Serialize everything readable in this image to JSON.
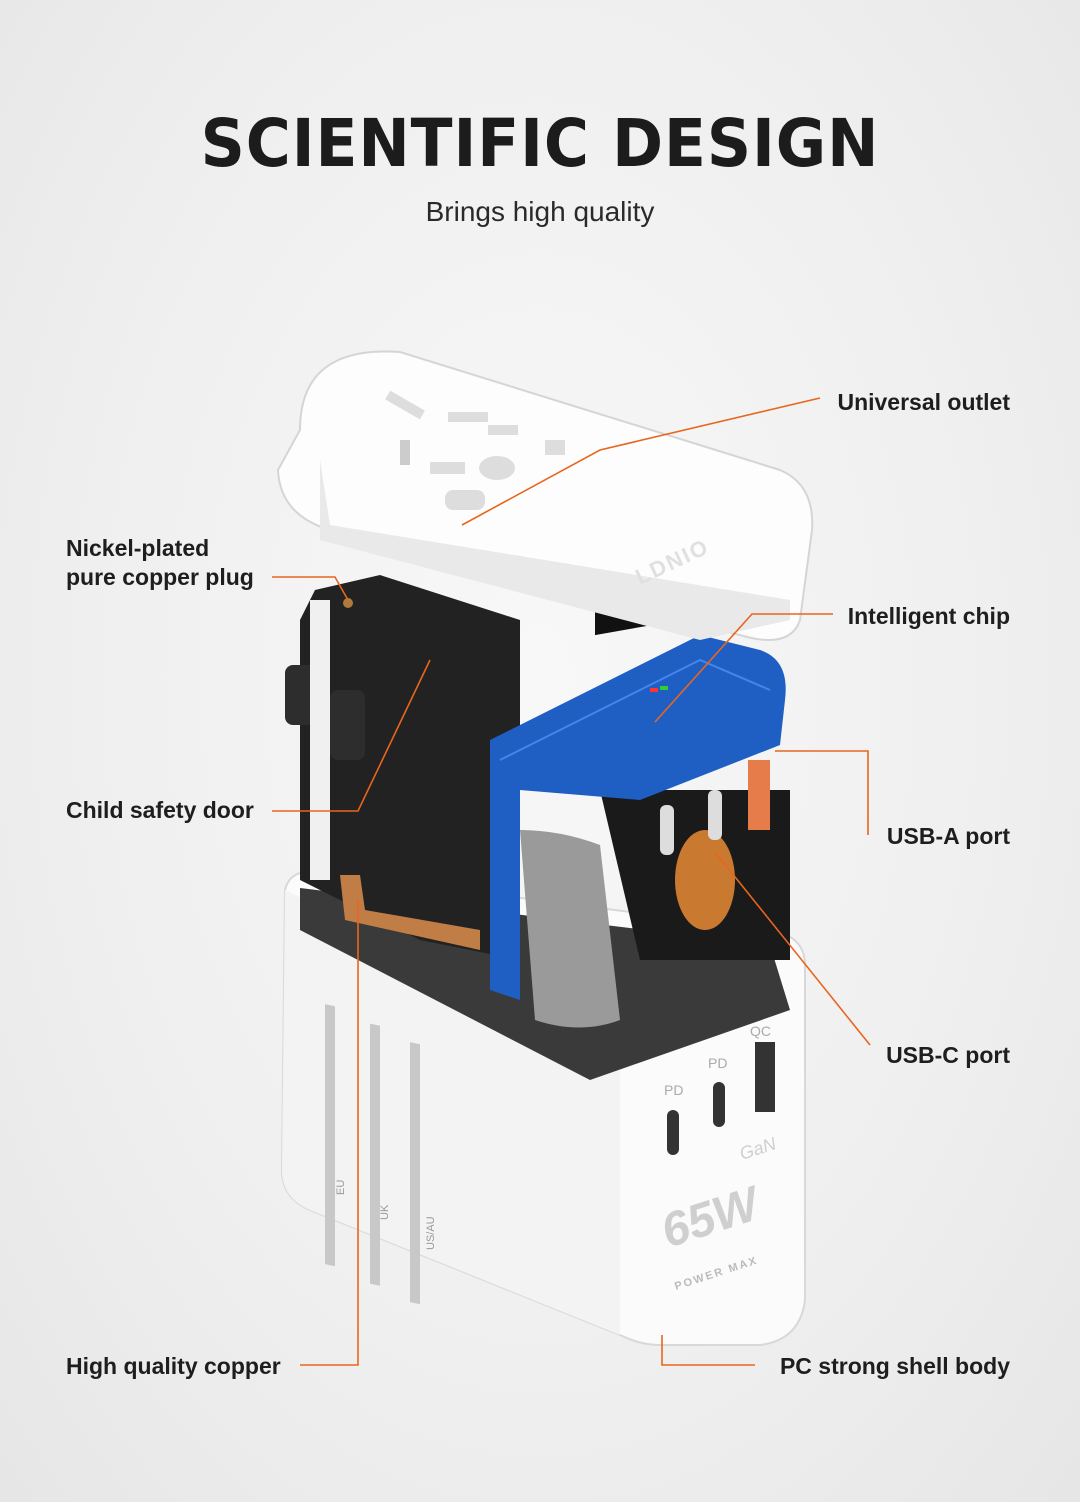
{
  "header": {
    "title": "SCIENTIFIC DESIGN",
    "subtitle": "Brings high quality"
  },
  "callouts": {
    "universal_outlet": "Universal outlet",
    "nickel_plug_line1": "Nickel-plated",
    "nickel_plug_line2": "pure copper plug",
    "intelligent_chip": "Intelligent chip",
    "child_safety_door": "Child safety door",
    "usb_a_port": "USB-A port",
    "usb_c_port": "USB-C port",
    "high_quality_copper": "High quality copper",
    "pc_shell": "PC strong shell body"
  },
  "product": {
    "brand": "LDNIO",
    "power": "65W",
    "tech": "GaN",
    "tagline": "POWER MAX",
    "port_labels": [
      "PD",
      "PD",
      "QC"
    ],
    "plug_labels": [
      "EU",
      "UK",
      "US/AU"
    ]
  },
  "colors": {
    "leader": "#e8661e",
    "pcb": "#1f5fc4",
    "text": "#1e1e1e"
  }
}
